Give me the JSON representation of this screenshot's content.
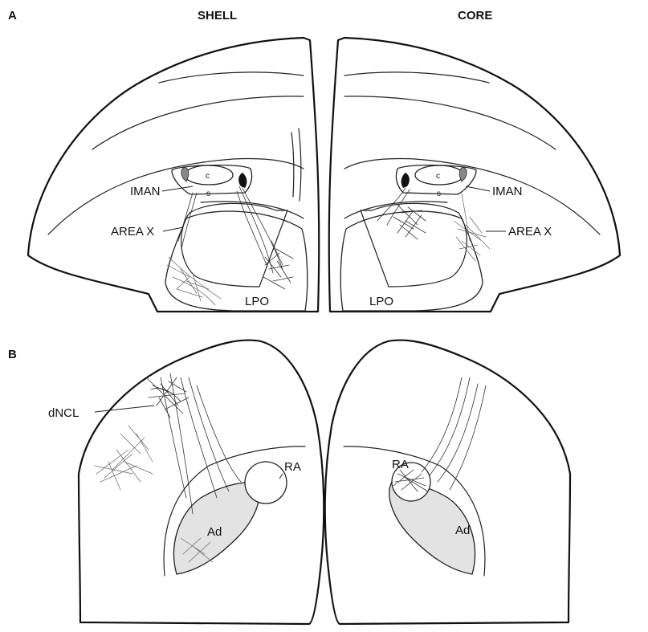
{
  "panels": {
    "a_letter": "A",
    "b_letter": "B",
    "left_header": "SHELL",
    "right_header": "CORE"
  },
  "labels_a_left": {
    "iman": "IMAN",
    "area_x": "AREA X",
    "lpo": "LPO",
    "c": "c",
    "s": "s"
  },
  "labels_a_right": {
    "iman": "IMAN",
    "area_x": "AREA X",
    "lpo": "LPO",
    "c": "c",
    "s": "s"
  },
  "labels_b_left": {
    "dncl": "dNCL",
    "ra": "RA",
    "ad": "Ad"
  },
  "labels_b_right": {
    "ra": "RA",
    "ad": "Ad"
  }
}
